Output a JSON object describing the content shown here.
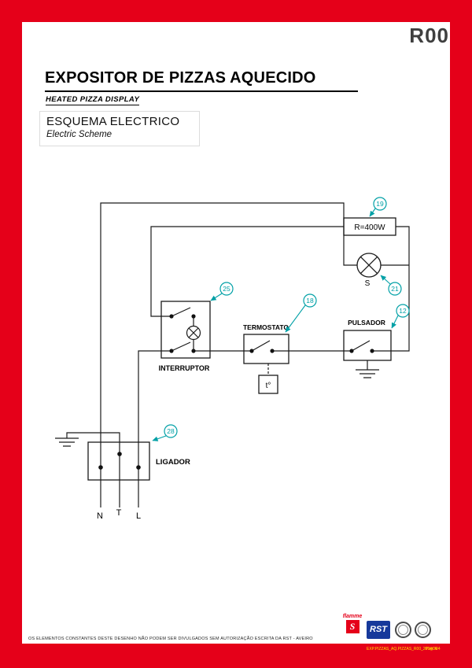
{
  "page": {
    "revision": "R00",
    "title": "EXPOSITOR DE PIZZAS AQUECIDO",
    "subtitle": "HEATED PIZZA DISPLAY",
    "section_title": "ESQUEMA ELECTRICO",
    "section_subtitle": "Electric Scheme"
  },
  "diagram": {
    "components": {
      "resistor": {
        "label": "R=400W",
        "ref": "19"
      },
      "lamp": {
        "label": "S",
        "ref": "21"
      },
      "interruptor": {
        "label": "INTERRUPTOR",
        "ref": "25"
      },
      "termostato": {
        "label": "TERMOSTATO",
        "ref": "18"
      },
      "pulsador": {
        "label": "PULSADOR",
        "ref": "12"
      },
      "ligador": {
        "label": "LIGADOR",
        "ref": "28"
      },
      "sensor": {
        "label": "t°"
      }
    },
    "terminals": [
      "N",
      "T",
      "L"
    ],
    "colors": {
      "callout": "#00a0a6",
      "wire": "#1a1a1a"
    }
  },
  "footer": {
    "disclaimer": "OS ELEMENTOS CONSTANTES DESTE DESENHO NÃO PODEM SER DIVULGADOS SEM AUTORIZAÇÃO ESCRITA DA RST - AVEIRO",
    "flamme_label": "flamme",
    "flamme_mark": "S",
    "rst_label": "RST",
    "doc_ref": "EXP.PIZZAS_AQ.PIZZAS_R00_2014/05",
    "page_ref": "Pág. 4/4"
  }
}
